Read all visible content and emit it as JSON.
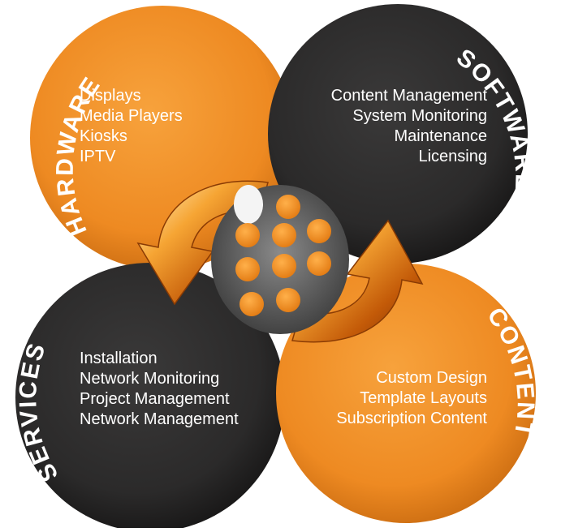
{
  "quadrants": {
    "hardware": {
      "title": "HARDWARE",
      "items": [
        "Displays",
        "Media Players",
        "Kiosks",
        "IPTV"
      ],
      "color": "#ee8a22"
    },
    "software": {
      "title": "SOFTWARE",
      "items": [
        "Content Management",
        "System Monitoring",
        "Maintenance",
        "Licensing"
      ],
      "color": "#2c2b2b"
    },
    "services": {
      "title": "SERVICES",
      "items": [
        "Installation",
        "Network Monitoring",
        "Project Management",
        "Network Management"
      ],
      "color": "#2c2b2b"
    },
    "content": {
      "title": "CONTENT",
      "items": [
        "Custom Design",
        "Template Layouts",
        "Subscription Content"
      ],
      "color": "#ee8a22"
    }
  }
}
